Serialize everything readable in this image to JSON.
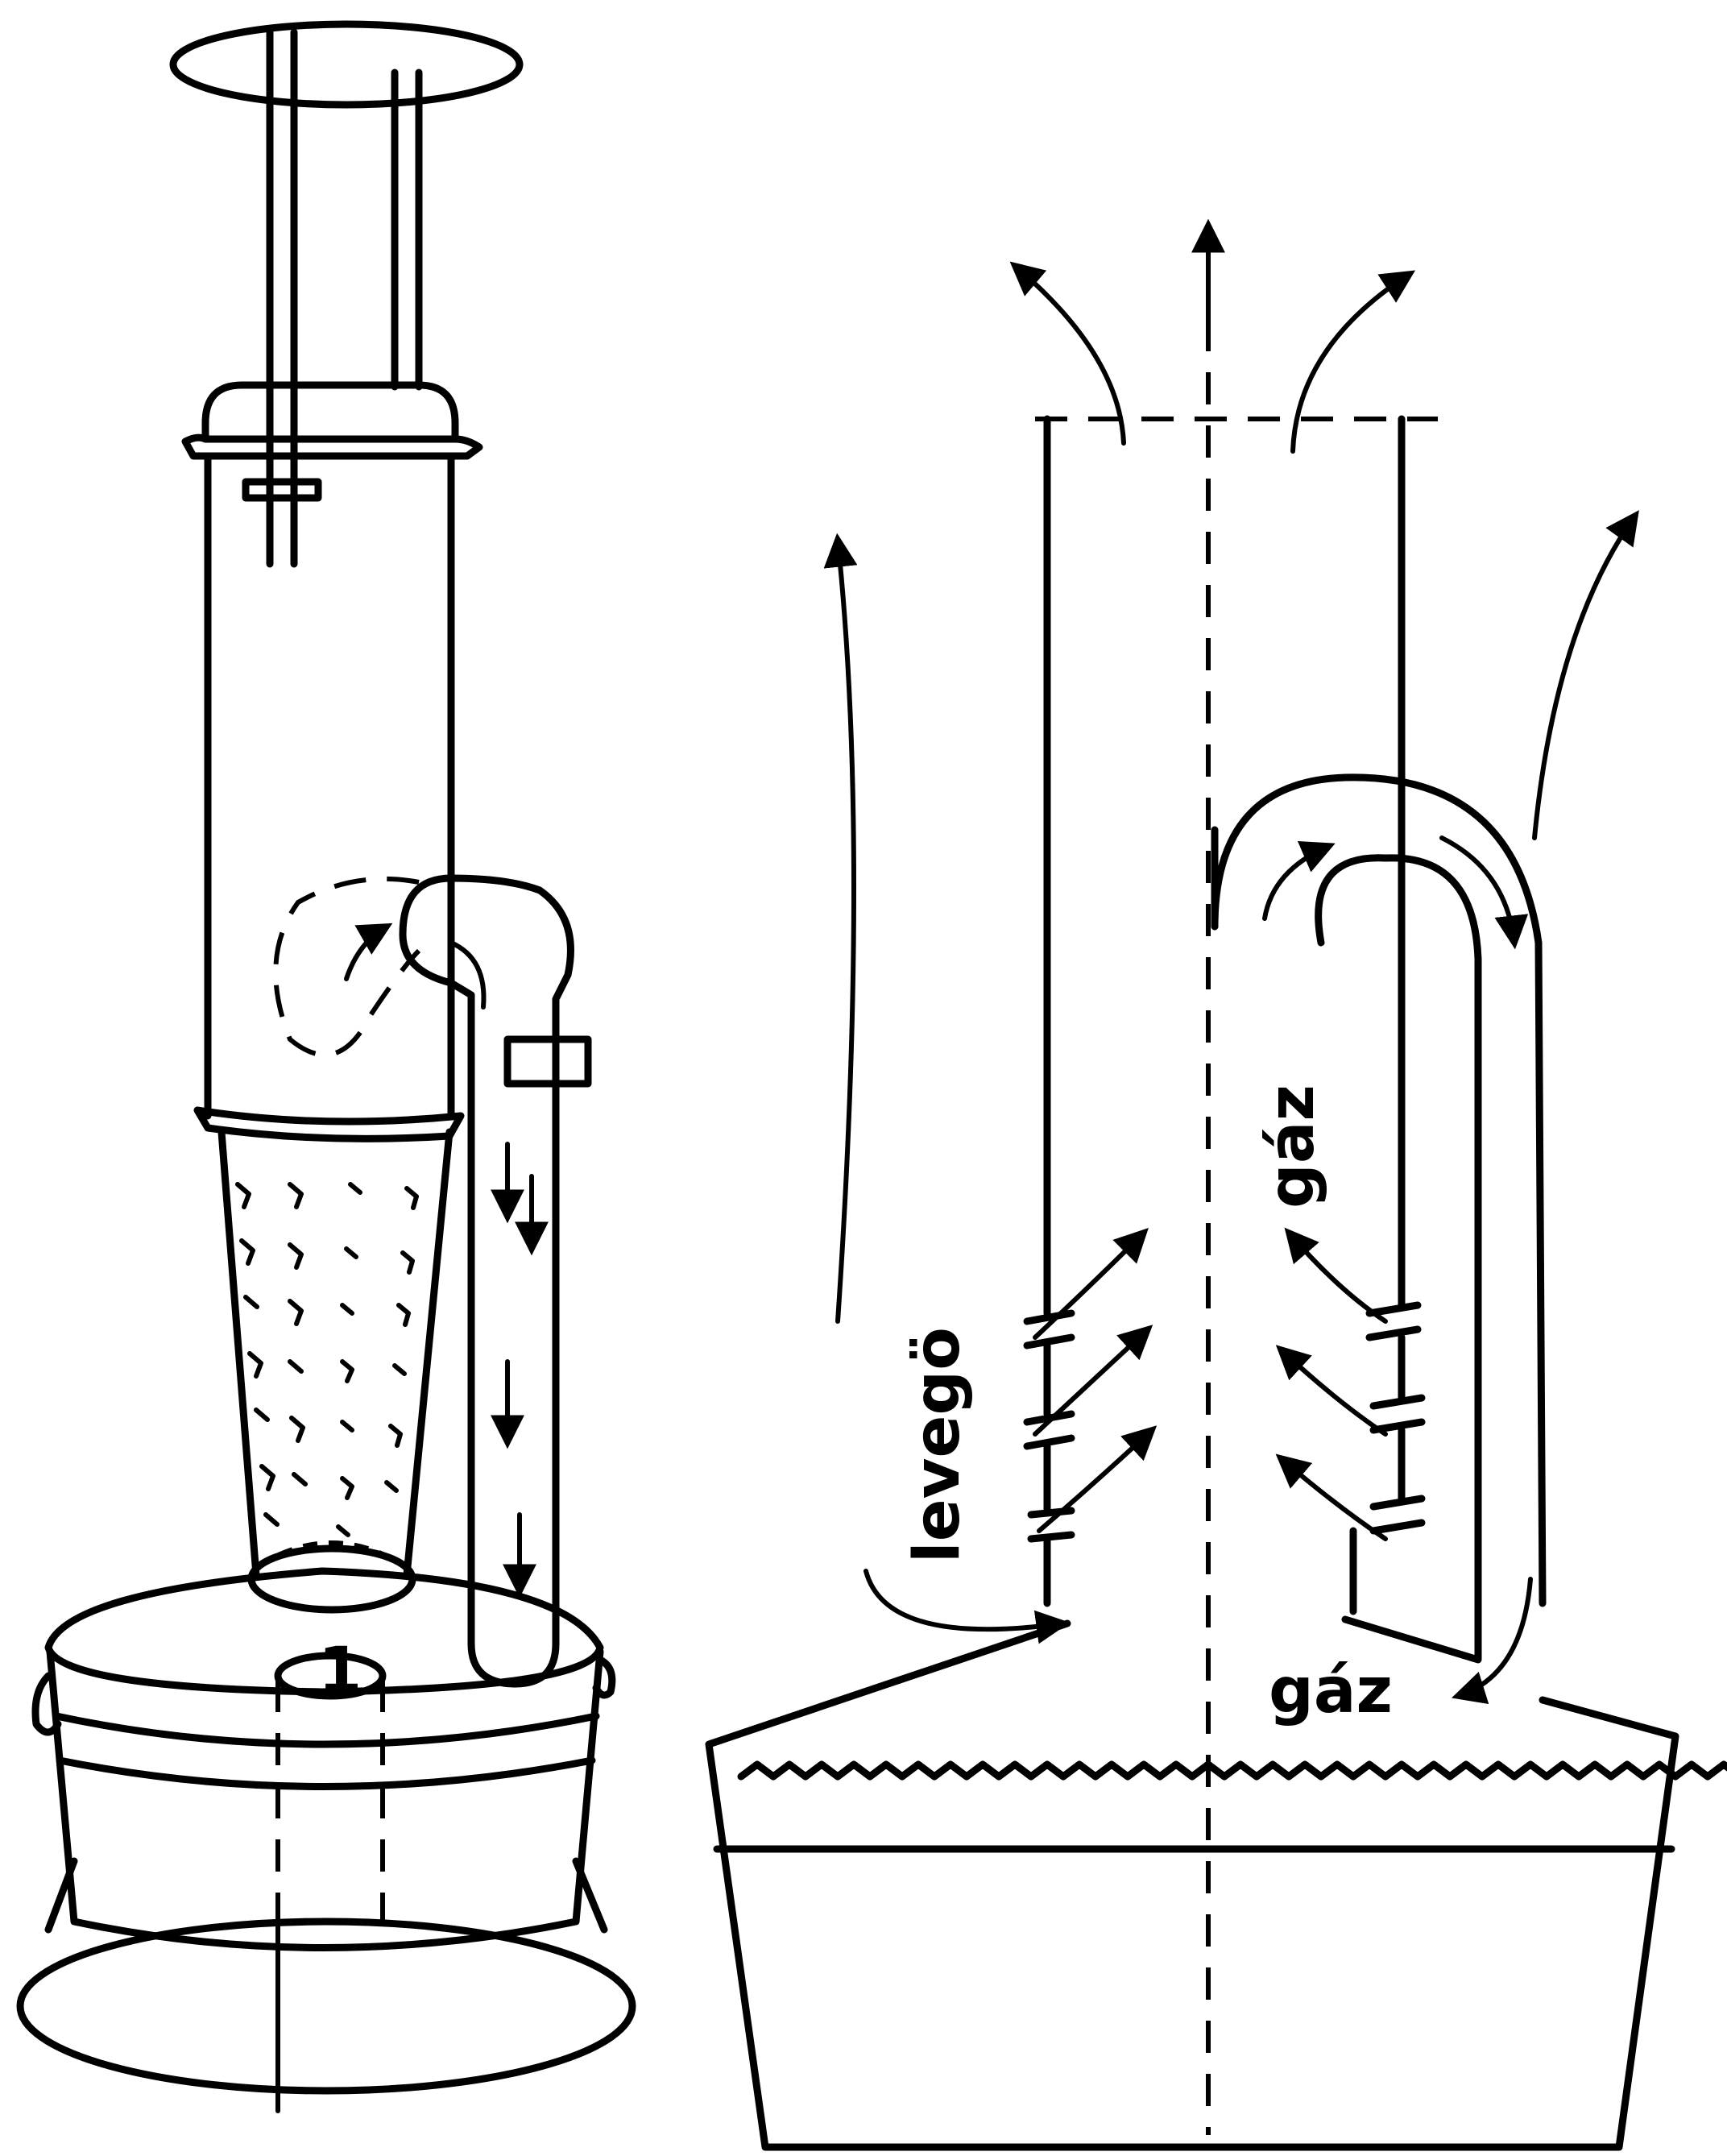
{
  "labels": {
    "air": "levegö",
    "gas_vertical": "gáz",
    "gas_horizontal": "gáz",
    "burner_mark": "1"
  },
  "colors": {
    "ink": "#000000",
    "paper": "#ffffff"
  }
}
